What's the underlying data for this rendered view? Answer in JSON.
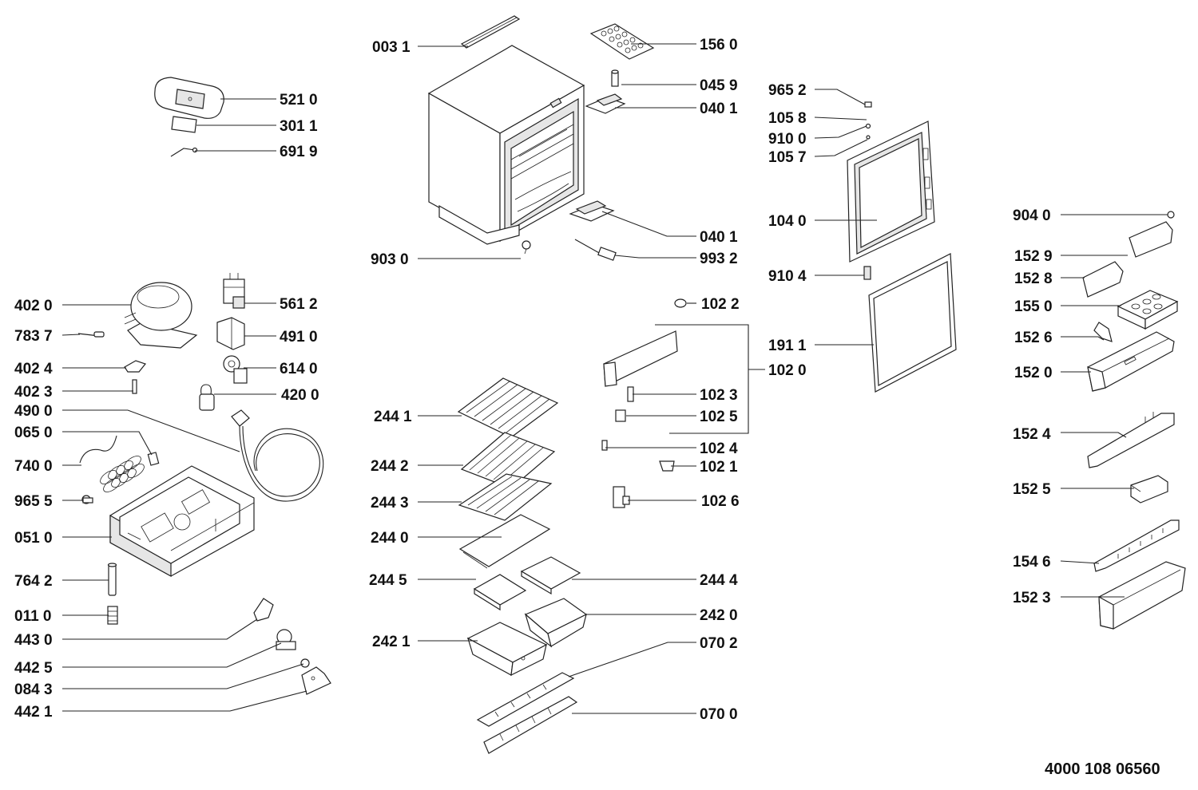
{
  "document_number": "4000 108 06560",
  "parts": [
    {
      "id": "p0031",
      "label": "003 1"
    },
    {
      "id": "p1560",
      "label": "156 0"
    },
    {
      "id": "p0459",
      "label": "045 9"
    },
    {
      "id": "p0401a",
      "label": "040 1"
    },
    {
      "id": "p5210",
      "label": "521 0"
    },
    {
      "id": "p3011",
      "label": "301 1"
    },
    {
      "id": "p6919",
      "label": "691 9"
    },
    {
      "id": "p0401b",
      "label": "040 1"
    },
    {
      "id": "p9030",
      "label": "903 0"
    },
    {
      "id": "p9932",
      "label": "993 2"
    },
    {
      "id": "p9652a",
      "label": "965 2"
    },
    {
      "id": "p1058",
      "label": "105 8"
    },
    {
      "id": "p9100",
      "label": "910 0"
    },
    {
      "id": "p1057",
      "label": "105 7"
    },
    {
      "id": "p1040",
      "label": "104 0"
    },
    {
      "id": "p9104",
      "label": "910 4"
    },
    {
      "id": "p1911",
      "label": "191 1"
    },
    {
      "id": "p1022",
      "label": "102 2"
    },
    {
      "id": "p1020",
      "label": "102 0"
    },
    {
      "id": "p1023",
      "label": "102 3"
    },
    {
      "id": "p1025",
      "label": "102 5"
    },
    {
      "id": "p1024",
      "label": "102 4"
    },
    {
      "id": "p1021",
      "label": "102 1"
    },
    {
      "id": "p1026",
      "label": "102 6"
    },
    {
      "id": "p9040",
      "label": "904 0"
    },
    {
      "id": "p1529",
      "label": "152 9"
    },
    {
      "id": "p1528",
      "label": "152 8"
    },
    {
      "id": "p1550",
      "label": "155 0"
    },
    {
      "id": "p1526",
      "label": "152 6"
    },
    {
      "id": "p1520",
      "label": "152 0"
    },
    {
      "id": "p1524",
      "label": "152 4"
    },
    {
      "id": "p1525",
      "label": "152 5"
    },
    {
      "id": "p1546",
      "label": "154 6"
    },
    {
      "id": "p1523",
      "label": "152 3"
    },
    {
      "id": "p4020",
      "label": "402 0"
    },
    {
      "id": "p7837",
      "label": "783 7"
    },
    {
      "id": "p4024",
      "label": "402 4"
    },
    {
      "id": "p4023",
      "label": "402 3"
    },
    {
      "id": "p4900",
      "label": "490 0"
    },
    {
      "id": "p0650",
      "label": "065 0"
    },
    {
      "id": "p7400",
      "label": "740 0"
    },
    {
      "id": "p9655",
      "label": "965 5"
    },
    {
      "id": "p0510",
      "label": "051 0"
    },
    {
      "id": "p7642",
      "label": "764 2"
    },
    {
      "id": "p0110",
      "label": "011 0"
    },
    {
      "id": "p4430",
      "label": "443 0"
    },
    {
      "id": "p4425",
      "label": "442 5"
    },
    {
      "id": "p0843",
      "label": "084 3"
    },
    {
      "id": "p4421",
      "label": "442 1"
    },
    {
      "id": "p5612",
      "label": "561 2"
    },
    {
      "id": "p4910",
      "label": "491 0"
    },
    {
      "id": "p6140",
      "label": "614 0"
    },
    {
      "id": "p4200",
      "label": "420 0"
    },
    {
      "id": "p2441",
      "label": "244 1"
    },
    {
      "id": "p2442",
      "label": "244 2"
    },
    {
      "id": "p2443",
      "label": "244 3"
    },
    {
      "id": "p2440",
      "label": "244 0"
    },
    {
      "id": "p2445",
      "label": "244 5"
    },
    {
      "id": "p2444",
      "label": "244 4"
    },
    {
      "id": "p2420",
      "label": "242 0"
    },
    {
      "id": "p2421",
      "label": "242 1"
    },
    {
      "id": "p0702",
      "label": "070 2"
    },
    {
      "id": "p0700",
      "label": "070 0"
    }
  ]
}
